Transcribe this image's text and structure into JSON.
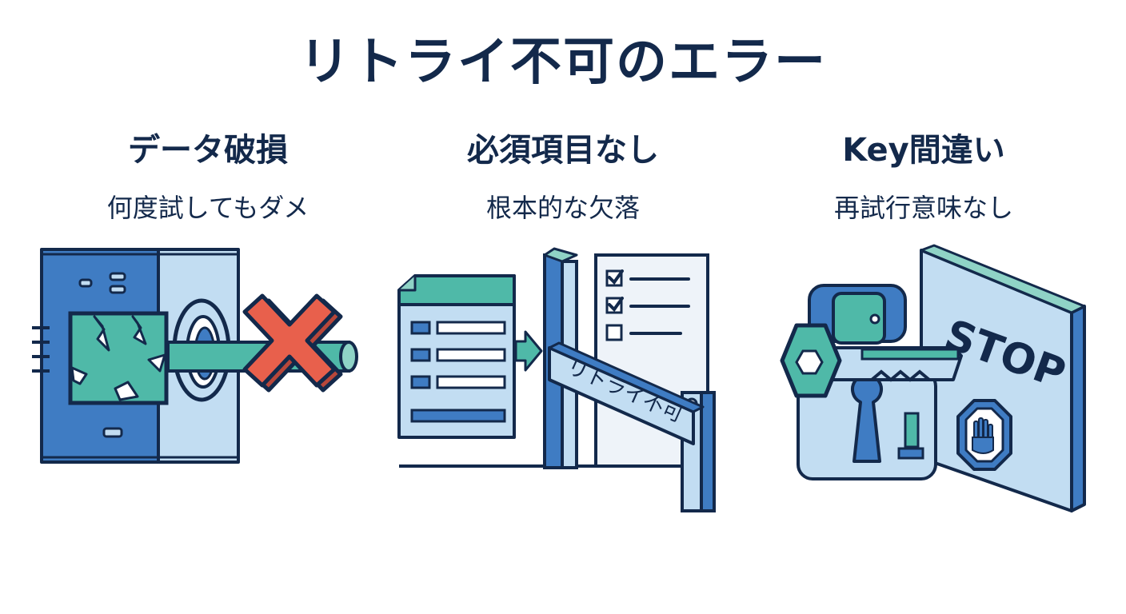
{
  "title": "リトライ不可のエラー",
  "columns": [
    {
      "heading": "データ破損",
      "subtitle": "何度試してもダメ"
    },
    {
      "heading": "必須項目なし",
      "subtitle": "根本的な欠落"
    },
    {
      "heading": "Key間違い",
      "subtitle": "再試行意味なし"
    }
  ],
  "illustrations": {
    "gate_sign": "リトライ不可",
    "stop_sign": "STOP"
  },
  "colors": {
    "navy": "#13294b",
    "blue": "#3f7cc3",
    "light_blue": "#c2ddf2",
    "teal": "#4fb9a8",
    "red": "#e8604c"
  }
}
